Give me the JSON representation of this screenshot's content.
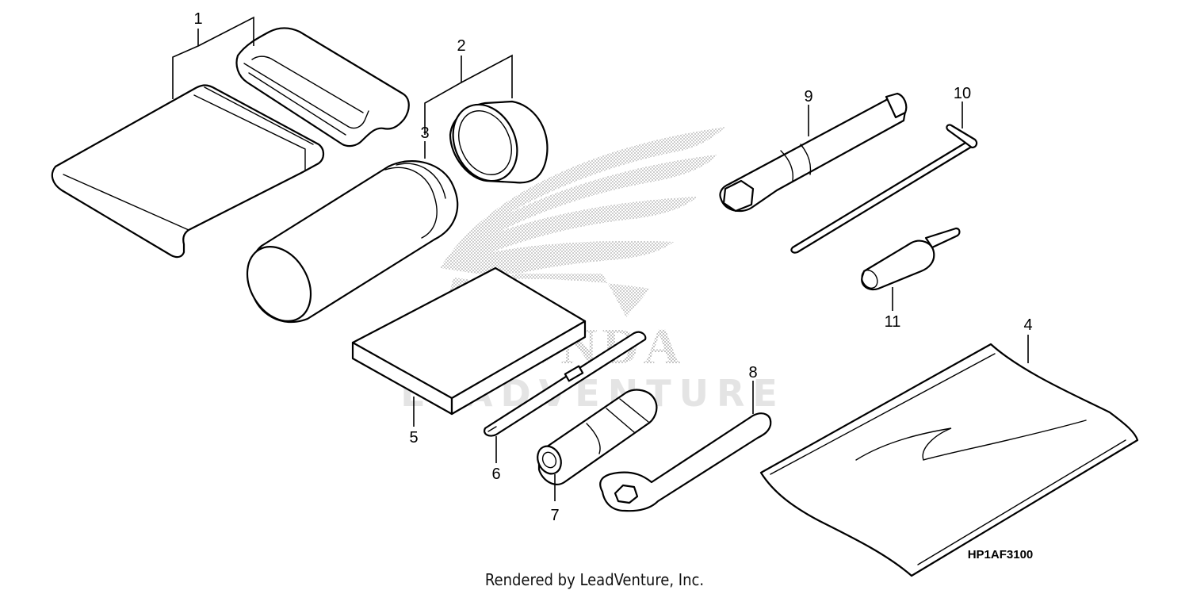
{
  "diagram": {
    "callouts": [
      "1",
      "2",
      "3",
      "4",
      "5",
      "6",
      "7",
      "8",
      "9",
      "10",
      "11"
    ],
    "drawing_code": "HP1AF3100",
    "watermark": {
      "brand": "HONDA",
      "dealer": "LEADVENTURE"
    },
    "footer": "Rendered by LeadVenture, Inc."
  }
}
